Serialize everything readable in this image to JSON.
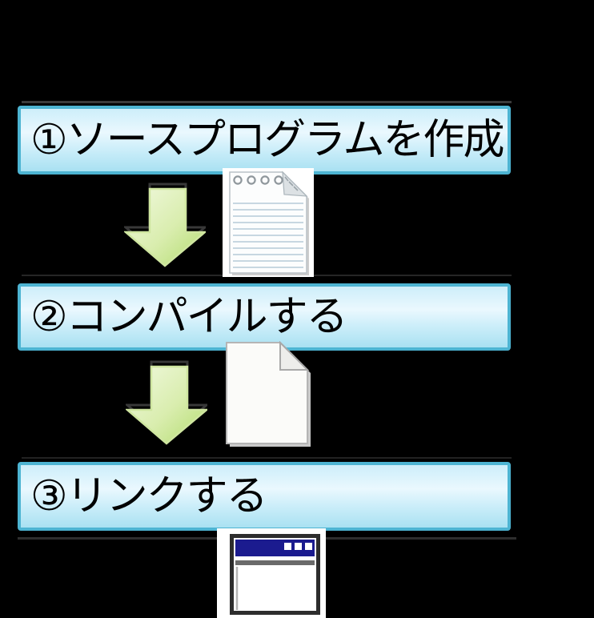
{
  "page": {
    "background_color": "#000000"
  },
  "flow": {
    "steps": [
      {
        "label": "①ソースプログラムを作成"
      },
      {
        "label": "②コンパイルする"
      },
      {
        "label": "③リンクする"
      }
    ]
  },
  "style": {
    "banner_border_color": "#4db4d2",
    "banner_gradient_top": "#cdeefa",
    "banner_gradient_mid": "#eaf8fe",
    "banner_gradient_bottom": "#a9e1f2",
    "banner_text_color": "#000000",
    "arrow_fill_light": "#eef8da",
    "arrow_fill_dark": "#b2dc6e",
    "arrow_outline_color": "#cfe6a0",
    "arrow_shadow_color": "#383838",
    "notepad_line_color": "#c7d7e1",
    "window_titlebar_color": "#1b1b8f"
  },
  "icons": {
    "arrow_between_step1_and_step2": "down-arrow-icon",
    "arrow_between_step2_and_step3": "down-arrow-icon",
    "beside_step1": "notepad-document-icon",
    "beside_step2": "blank-document-icon",
    "below_step3": "application-window-icon"
  }
}
